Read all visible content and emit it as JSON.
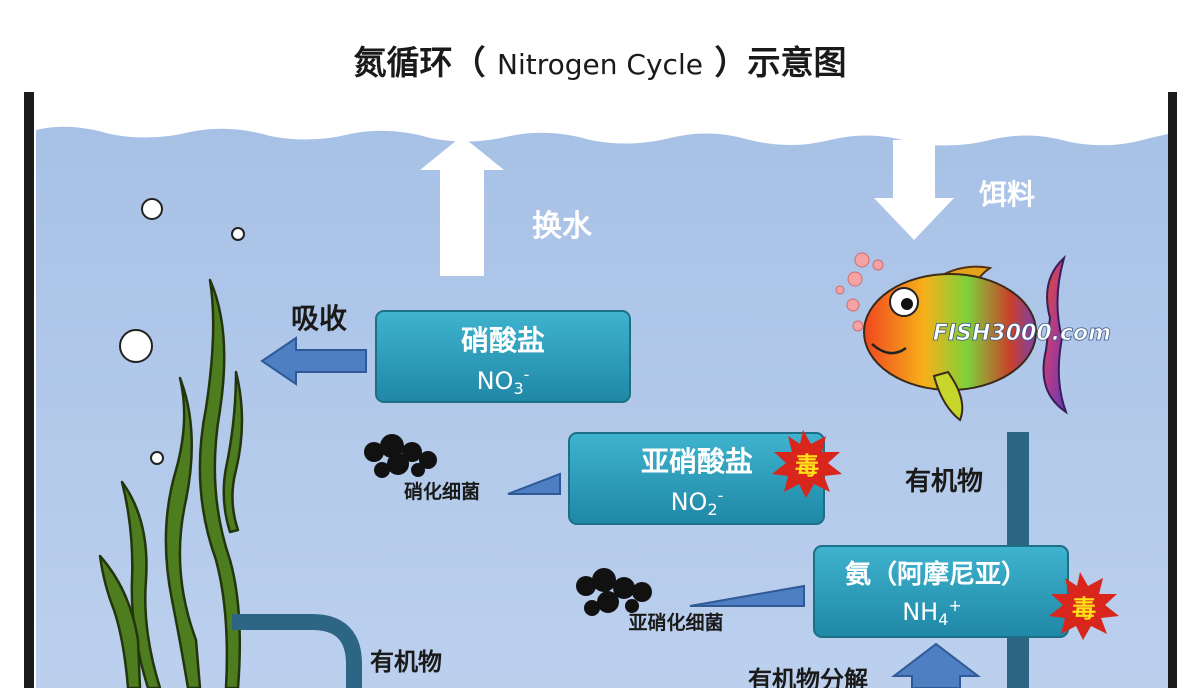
{
  "title": {
    "part1": "氮循环（",
    "part2": "Nitrogen Cycle",
    "part3": "）示意图"
  },
  "colors": {
    "water": "#b2c9ea",
    "water_top": "#9fbbe2",
    "box_fill": "#2b9bb8",
    "box_border": "#1d6f86",
    "arrow_blue": "#4f7fc3",
    "pipe": "#2d6585",
    "plant": "#4e7d1f",
    "toxic_star": "#d9261c",
    "toxic_text": "#ffe11a"
  },
  "labels": {
    "water_change": "换水",
    "feed": "饵料",
    "absorb": "吸收",
    "organic_right": "有机物",
    "organic_left": "有机物",
    "organic_decompose": "有机物分解",
    "nitrifying_bacteria": "硝化细菌",
    "nitrite_bacteria": "亚硝化细菌",
    "toxic": "毒",
    "watermark": "FISH3000.com"
  },
  "compounds": [
    {
      "id": "nitrate",
      "name": "硝酸盐",
      "formula": "NO",
      "sub": "3",
      "sup": "-"
    },
    {
      "id": "nitrite",
      "name": "亚硝酸盐",
      "formula": "NO",
      "sub": "2",
      "sup": "-"
    },
    {
      "id": "ammonia",
      "name": "氨（阿摩尼亚）",
      "formula": "NH",
      "sub": "4",
      "sup": "+"
    }
  ]
}
